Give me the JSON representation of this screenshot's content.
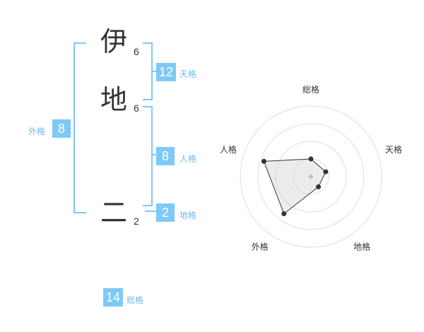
{
  "name": {
    "chars": [
      {
        "char": "伊",
        "strokes": "6"
      },
      {
        "char": "地",
        "strokes": "6"
      },
      {
        "char": "二",
        "strokes": "2"
      }
    ]
  },
  "kaku": {
    "tenkaku": {
      "value": "12",
      "label": "天格"
    },
    "jinkaku": {
      "value": "8",
      "label": "人格"
    },
    "chikaku": {
      "value": "2",
      "label": "地格"
    },
    "gaikaku": {
      "value": "8",
      "label": "外格"
    },
    "soukaku": {
      "value": "14",
      "label": "総格"
    }
  },
  "colors": {
    "accent": "#7ec9f5",
    "accent_text": "#6bbcec",
    "text": "#333333"
  },
  "chart_data": {
    "type": "radar",
    "axes": [
      "総格",
      "天格",
      "地格",
      "外格",
      "人格"
    ],
    "values": [
      0.25,
      0.22,
      0.18,
      0.65,
      0.7
    ],
    "rings": 4,
    "grid": true
  }
}
